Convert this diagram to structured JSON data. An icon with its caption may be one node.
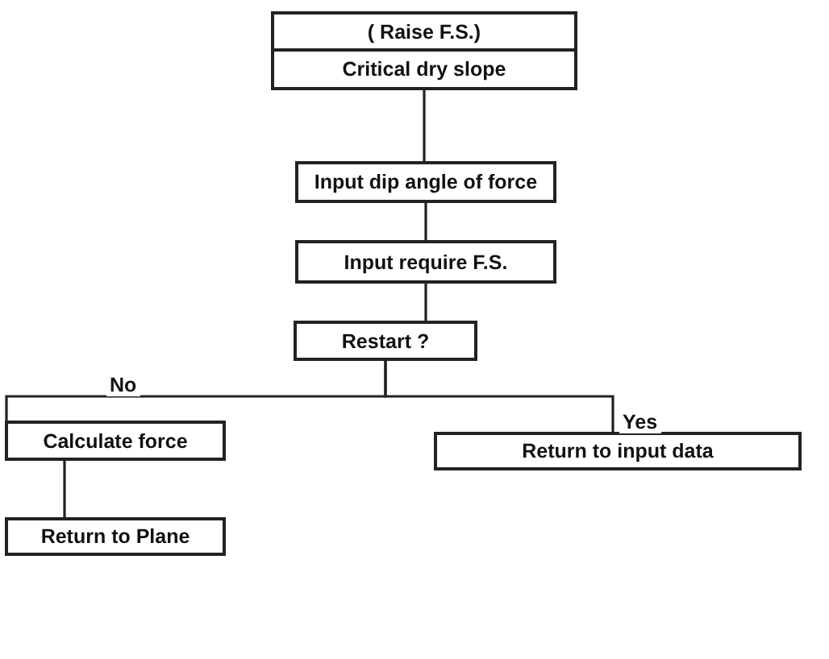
{
  "diagram": {
    "nodes": [
      {
        "text": [
          "( Raise F.S.)"
        ]
      },
      {
        "text": [
          "Critical dry slope"
        ]
      },
      {
        "text": [
          "Input dip angle of force"
        ]
      },
      {
        "text": [
          "Input require F.S."
        ]
      },
      {
        "text": [
          "Restart ?"
        ]
      },
      {
        "text": [
          "Calculate force"
        ]
      },
      {
        "text": [
          "Return to input data"
        ]
      },
      {
        "text": [
          "Return to Plane"
        ]
      }
    ],
    "edges": [
      {
        "from": 1,
        "to": 2,
        "arrow": "none"
      },
      {
        "from": 2,
        "to": 3,
        "arrow": "none"
      },
      {
        "from": 3,
        "to": 4,
        "arrow": "none"
      },
      {
        "from": 4,
        "to": 5,
        "arrow": "none",
        "label": "No"
      },
      {
        "from": 4,
        "to": 6,
        "arrow": "none",
        "label": "Yes"
      },
      {
        "from": 5,
        "to": 7,
        "arrow": "none"
      }
    ]
  }
}
